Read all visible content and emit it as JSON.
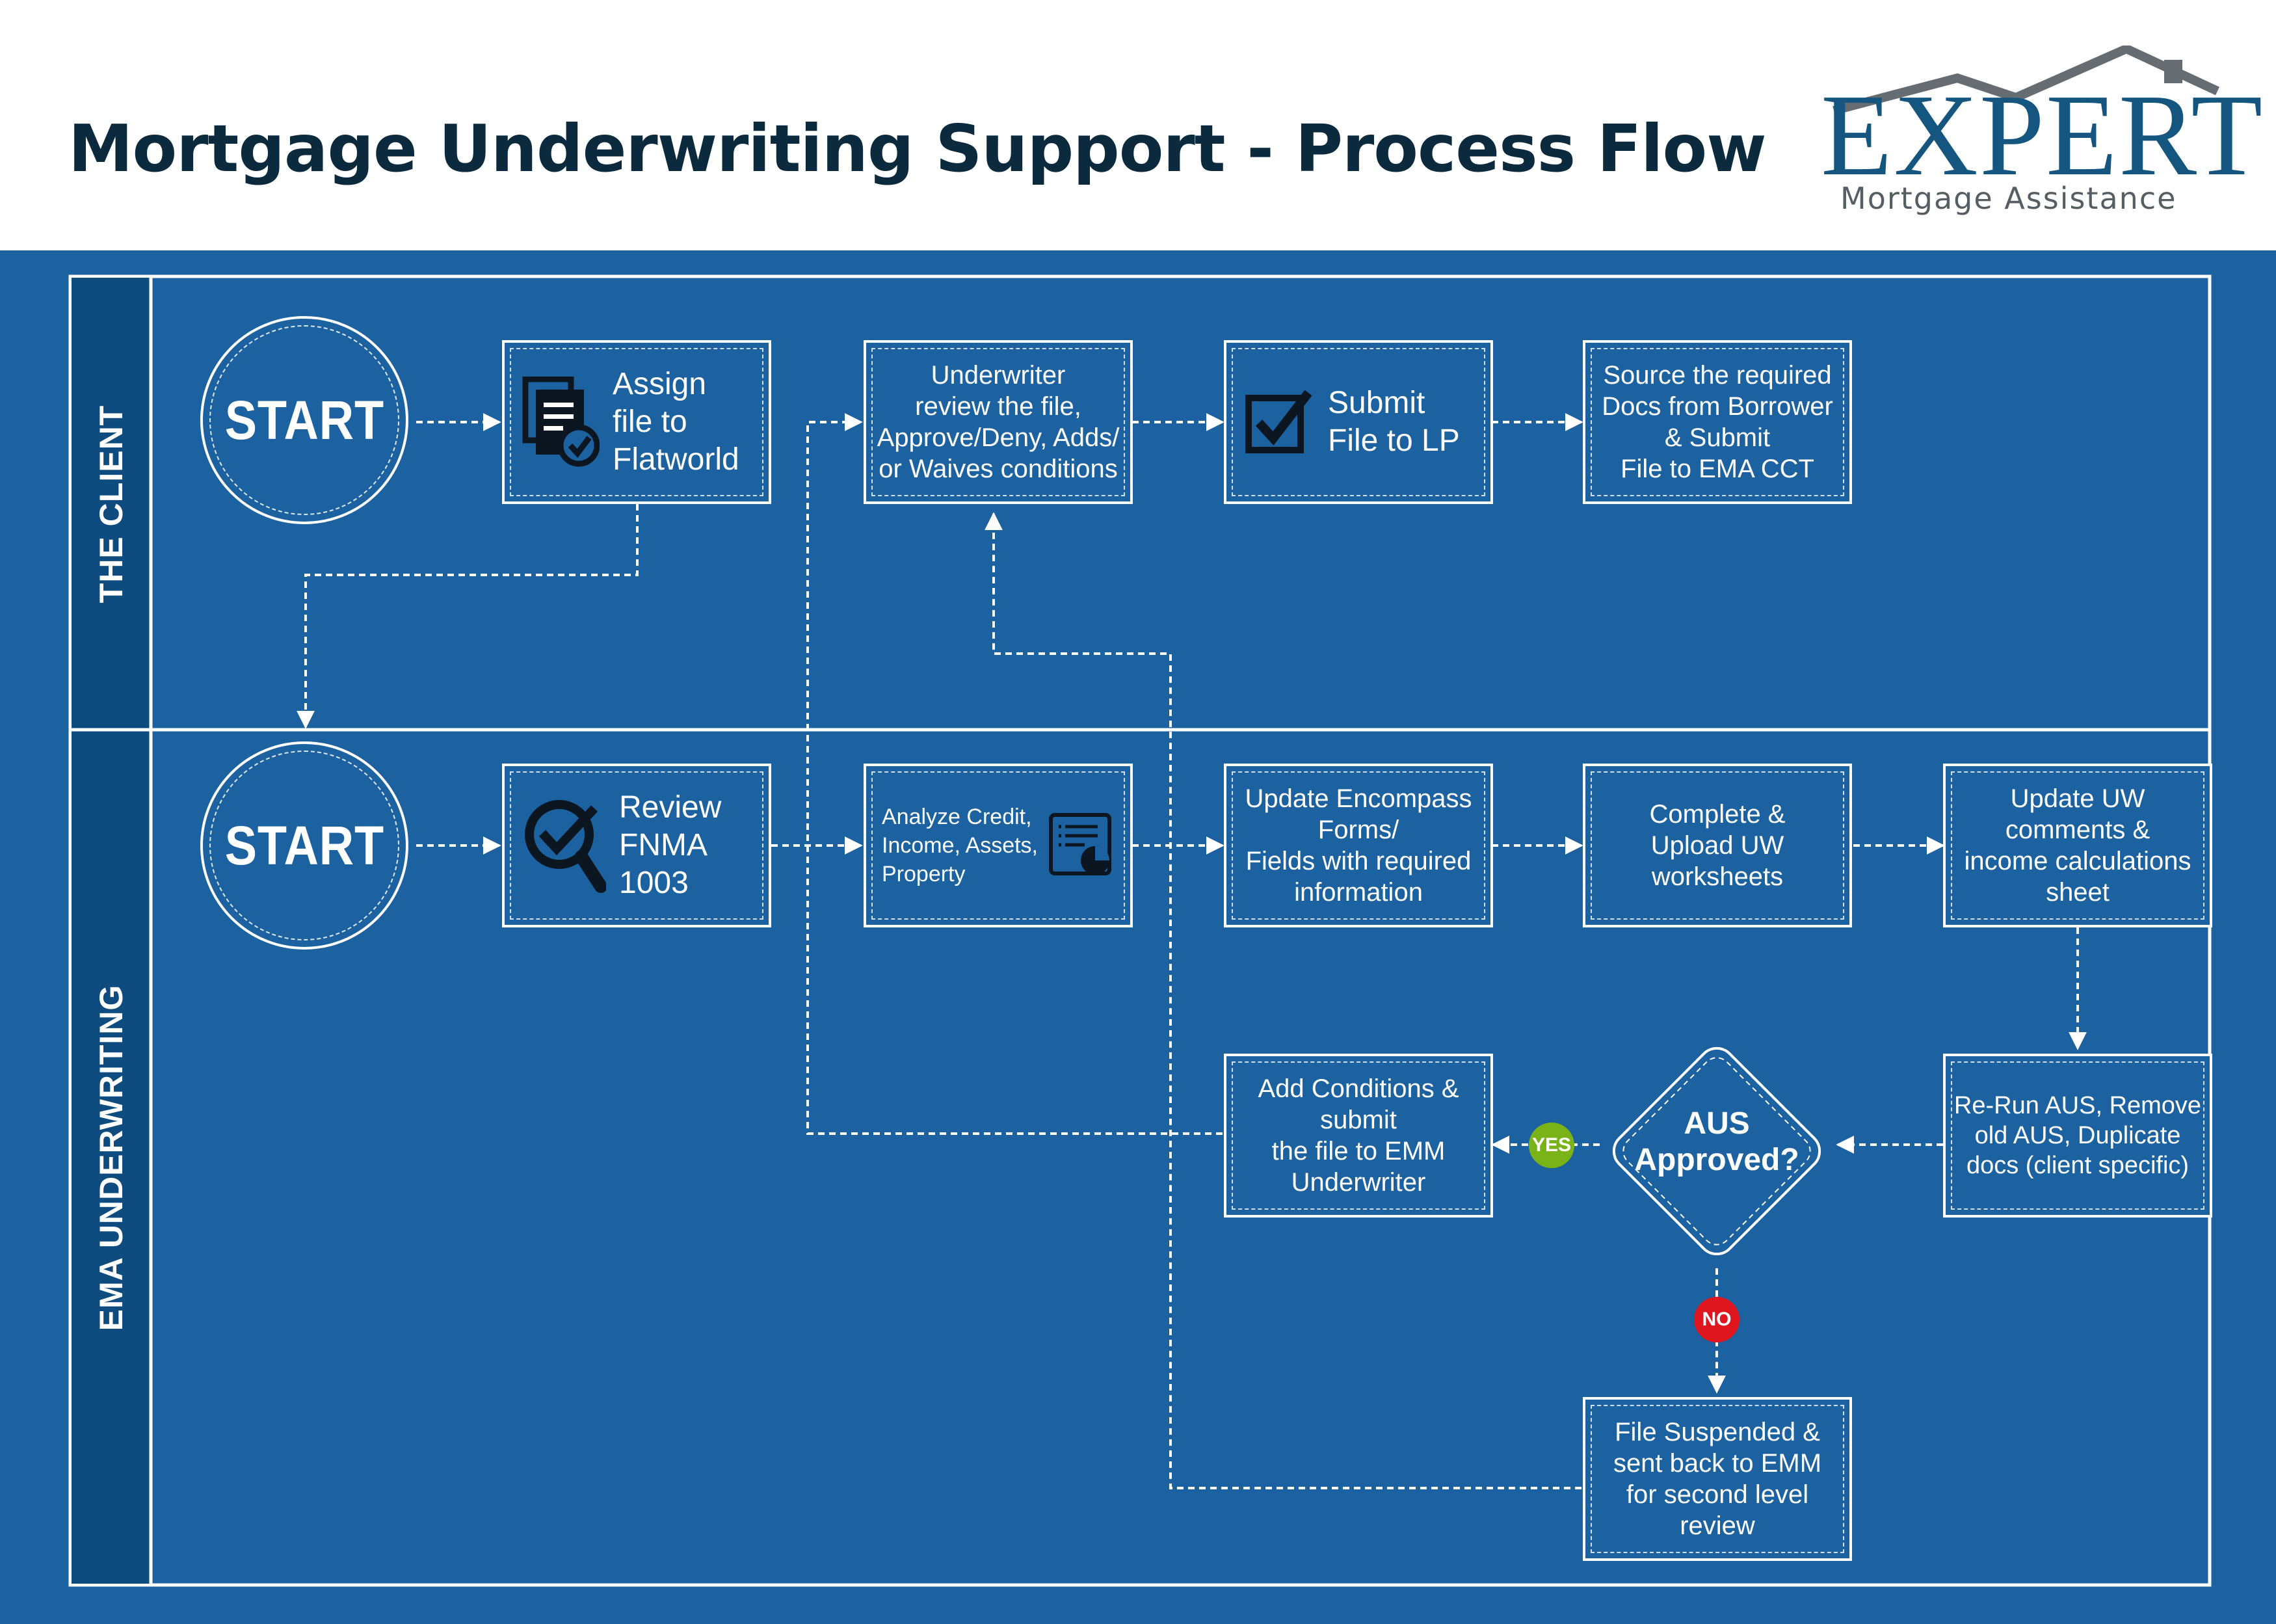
{
  "header": {
    "title": "Mortgage Underwriting Support - Process Flow",
    "logo_word": "EXPERT",
    "logo_sub": "Mortgage Assistance"
  },
  "lanes": {
    "client": "THE CLIENT",
    "ema": "EMA UNDERWRITING"
  },
  "nodes": {
    "client_start": "START",
    "assign_file": "Assign\nfile to\nFlatworld",
    "underwriter_review": "Underwriter\nreview the file,\nApprove/Deny, Adds/\nor Waives conditions",
    "submit_lp": "Submit\nFile to LP",
    "source_docs": "Source the required\nDocs from Borrower\n& Submit\nFile to EMA CCT",
    "ema_start": "START",
    "review_fnma": "Review\nFNMA\n1003",
    "analyze_credit": "Analyze Credit,\nIncome, Assets,\nProperty",
    "update_encompass": "Update Encompass\nForms/\nFields with required\ninformation",
    "complete_upload": "Complete &\nUpload UW\nworksheets",
    "update_uw_comments": "Update UW\ncomments &\nincome calculations\nsheet",
    "rerun_aus": "Re-Run AUS, Remove\nold AUS, Duplicate\ndocs (client specific)",
    "aus_decision": "AUS\nApproved?",
    "add_conditions": "Add Conditions &\nsubmit\nthe file to EMM\nUnderwriter",
    "file_suspended": "File Suspended &\nsent back to EMM\nfor second level\nreview",
    "yes_badge": "YES",
    "no_badge": "NO"
  },
  "icons": {
    "assign_file": "document-check-icon",
    "submit_lp": "checkbox-icon",
    "review_fnma": "magnifier-check-icon",
    "analyze_credit": "report-chart-icon"
  },
  "colors": {
    "background": "#1c62a0",
    "lane_header": "#0e4c80",
    "title": "#0b2a3d",
    "logo": "#14567f",
    "yes": "#7ab317",
    "no": "#e0161e"
  }
}
